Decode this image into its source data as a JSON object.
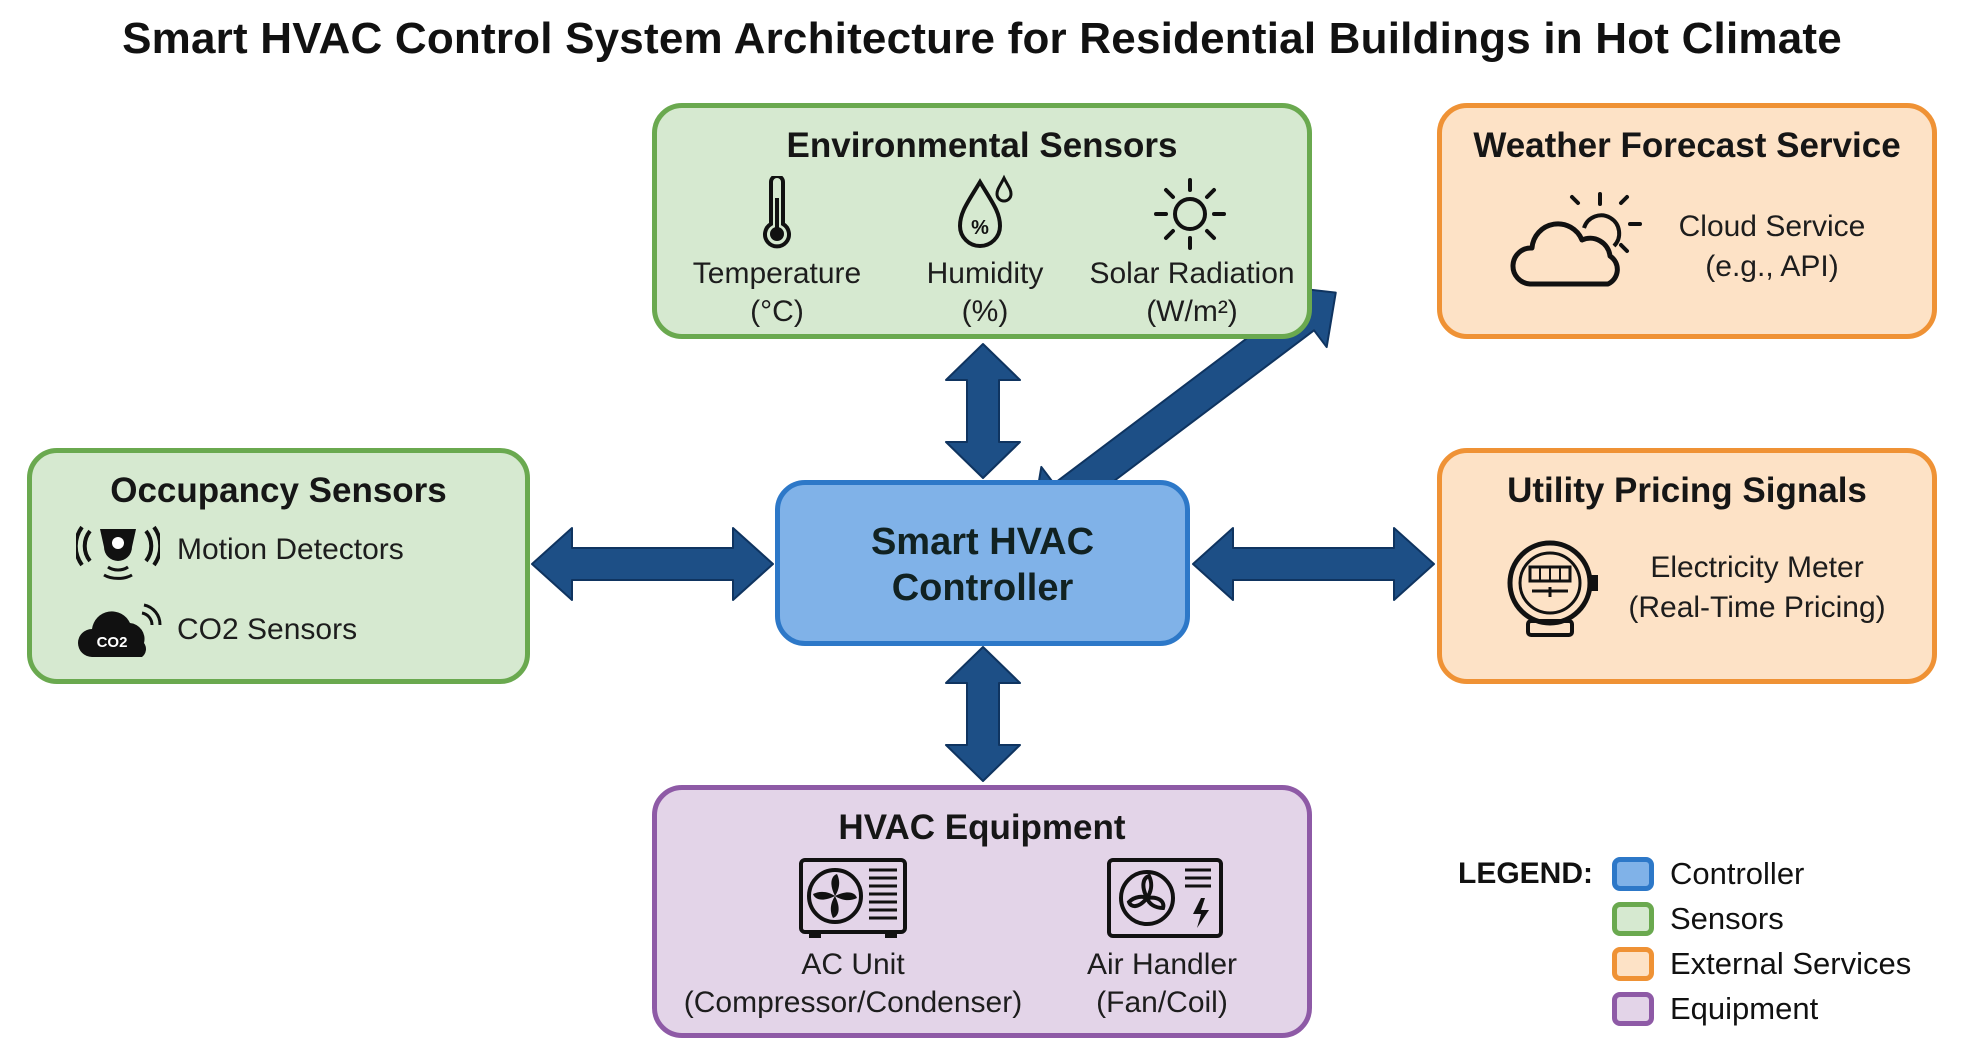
{
  "title": "Smart HVAC Control System Architecture for Residential Buildings in Hot Climate",
  "controller": {
    "line1": "Smart HVAC",
    "line2": "Controller"
  },
  "env_sensors": {
    "title": "Environmental Sensors",
    "items": [
      {
        "label": "Temperature",
        "unit": "(°C)",
        "icon": "thermometer-icon"
      },
      {
        "label": "Humidity",
        "unit": "(%)",
        "icon": "humidity-drop-icon"
      },
      {
        "label": "Solar Radiation",
        "unit": "(W/m²)",
        "icon": "sun-icon"
      }
    ]
  },
  "weather": {
    "title": "Weather Forecast Service",
    "line1": "Cloud Service",
    "line2": "(e.g., API)",
    "icon": "cloud-sun-icon"
  },
  "occupancy": {
    "title": "Occupancy Sensors",
    "items": [
      {
        "label": "Motion Detectors",
        "icon": "motion-sensor-icon"
      },
      {
        "label": "CO2 Sensors",
        "icon": "co2-cloud-icon",
        "icon_text": "CO2"
      }
    ]
  },
  "utility": {
    "title": "Utility Pricing Signals",
    "line1": "Electricity Meter",
    "line2": "(Real-Time Pricing)",
    "icon": "electricity-meter-icon"
  },
  "equipment": {
    "title": "HVAC Equipment",
    "items": [
      {
        "label": "AC Unit",
        "sub": "(Compressor/Condenser)",
        "icon": "ac-unit-icon"
      },
      {
        "label": "Air Handler",
        "sub": "(Fan/Coil)",
        "icon": "air-handler-icon"
      }
    ]
  },
  "legend": {
    "heading": "LEGEND:",
    "items": [
      {
        "label": "Controller",
        "fill": "#80b2e8",
        "border": "#2d78c8"
      },
      {
        "label": "Sensors",
        "fill": "#d6e9d0",
        "border": "#6aa94f"
      },
      {
        "label": "External Services",
        "fill": "#fde2c6",
        "border": "#ef9235"
      },
      {
        "label": "Equipment",
        "fill": "#e3d4e8",
        "border": "#8e5aa6"
      }
    ]
  },
  "colors": {
    "arrow": "#1d4f86",
    "controller_fill": "#80b2e8",
    "sensor_fill": "#d6e9d0",
    "external_fill": "#fde2c6",
    "equipment_fill": "#e3d4e8"
  }
}
